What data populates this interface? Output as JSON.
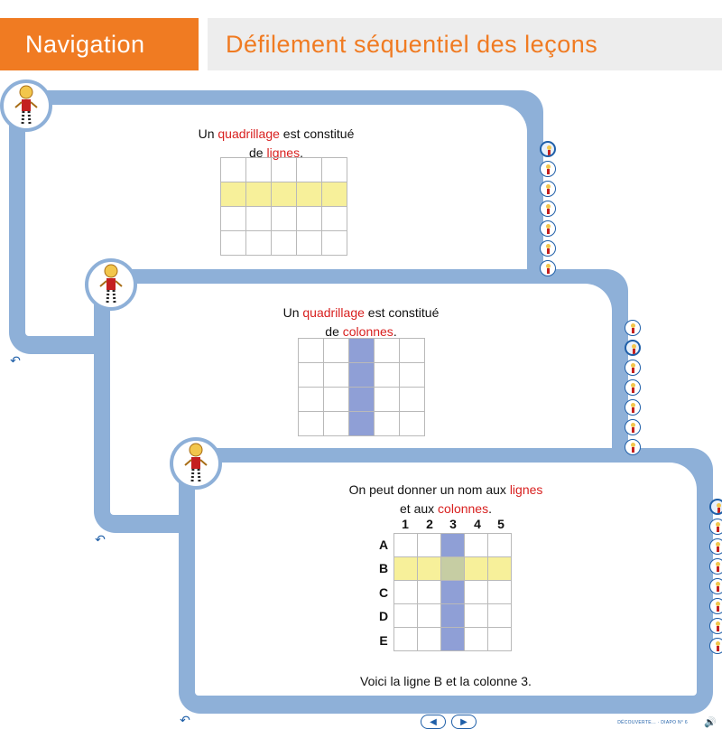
{
  "header": {
    "section": "Navigation",
    "title": "Défilement séquentiel des leçons"
  },
  "slides": [
    {
      "text_parts": [
        "Un ",
        "quadrillage",
        " est constitué"
      ],
      "line2_parts": [
        "de ",
        "lignes",
        "."
      ]
    },
    {
      "text_parts": [
        "Un ",
        "quadrillage",
        " est constitué"
      ],
      "line2_parts": [
        "de ",
        "colonnes",
        "."
      ]
    },
    {
      "text_parts": [
        "On peut donner un nom aux ",
        "lignes"
      ],
      "line2_parts": [
        "et aux ",
        "colonnes",
        "."
      ],
      "column_labels": [
        "1",
        "2",
        "3",
        "4",
        "5"
      ],
      "row_labels": [
        "A",
        "B",
        "C",
        "D",
        "E"
      ],
      "caption": "Voici la ligne B et la colonne 3.",
      "footer": "DÉCOUVERTE... · DIAPO N° 6"
    }
  ],
  "icons": {
    "back": "back-arrow-icon",
    "prev": "previous-icon",
    "next": "next-icon",
    "speaker": "speaker-icon",
    "mascot": "mascot-icon"
  },
  "colors": {
    "orange": "#f07b22",
    "frame": "#8eb0d8",
    "highlight_row": "#f7f09a",
    "highlight_col": "#8f9fd6",
    "keyword": "#d8201f"
  }
}
